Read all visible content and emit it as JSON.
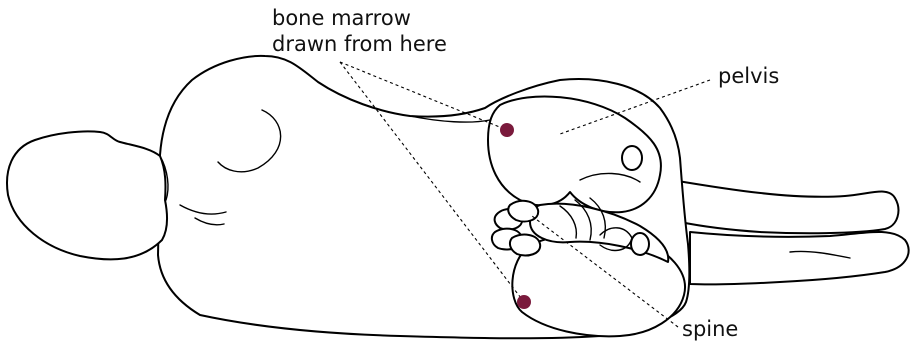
{
  "labels": {
    "bone_marrow_line1": "bone marrow",
    "bone_marrow_line2": "drawn from here",
    "pelvis": "pelvis",
    "spine": "spine"
  },
  "colors": {
    "marker": "#7a1a3c",
    "line": "#000000",
    "text": "#111111",
    "background": "#ffffff"
  }
}
